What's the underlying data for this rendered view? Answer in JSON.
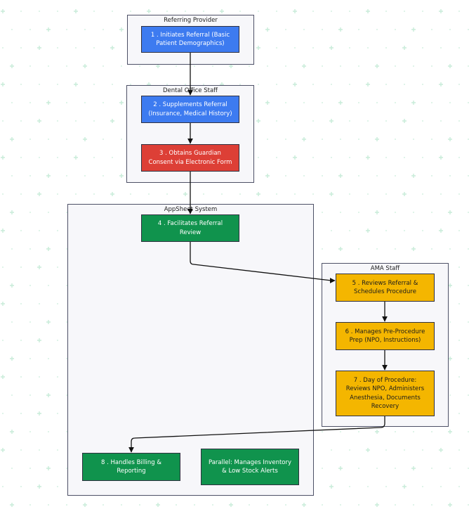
{
  "lanes": {
    "referring_provider": "Referring Provider",
    "dental_office_staff": "Dental Office Staff",
    "appsheet_system": "AppSheet System",
    "ama_staff": "AMA Staff"
  },
  "nodes": {
    "n1": "1 . Initiates Referral (Basic Patient Demographics)",
    "n2": "2 . Supplements Referral (Insurance, Medical History)",
    "n3": "3 . Obtains Guardian Consent via Electronic Form",
    "n4": "4 . Facilitates Referral Review",
    "n5": "5 . Reviews Referral & Schedules Procedure",
    "n6": "6 . Manages Pre-Procedure Prep (NPO, Instructions)",
    "n7": "7 . Day of Procedure: Reviews NPO, Administers Anesthesia, Documents Recovery",
    "n8": "8 . Handles Billing & Reporting",
    "parallel": "Parallel: Manages Inventory & Low Stock Alerts"
  },
  "colors": {
    "background_pattern": "#c8ecd9",
    "lane_border": "#4d5066",
    "lane_fill": "#f7f7fa",
    "edge": "#111111",
    "blue_node": "#3d7bf0",
    "red_node": "#dd3f36",
    "green_node": "#10934d",
    "amber_node": "#f4b600"
  },
  "edges": [
    {
      "from": "n1",
      "to": "n2"
    },
    {
      "from": "n2",
      "to": "n3"
    },
    {
      "from": "n3",
      "to": "n4"
    },
    {
      "from": "n4",
      "to": "n5"
    },
    {
      "from": "n5",
      "to": "n6"
    },
    {
      "from": "n6",
      "to": "n7"
    },
    {
      "from": "n7",
      "to": "n8"
    }
  ]
}
